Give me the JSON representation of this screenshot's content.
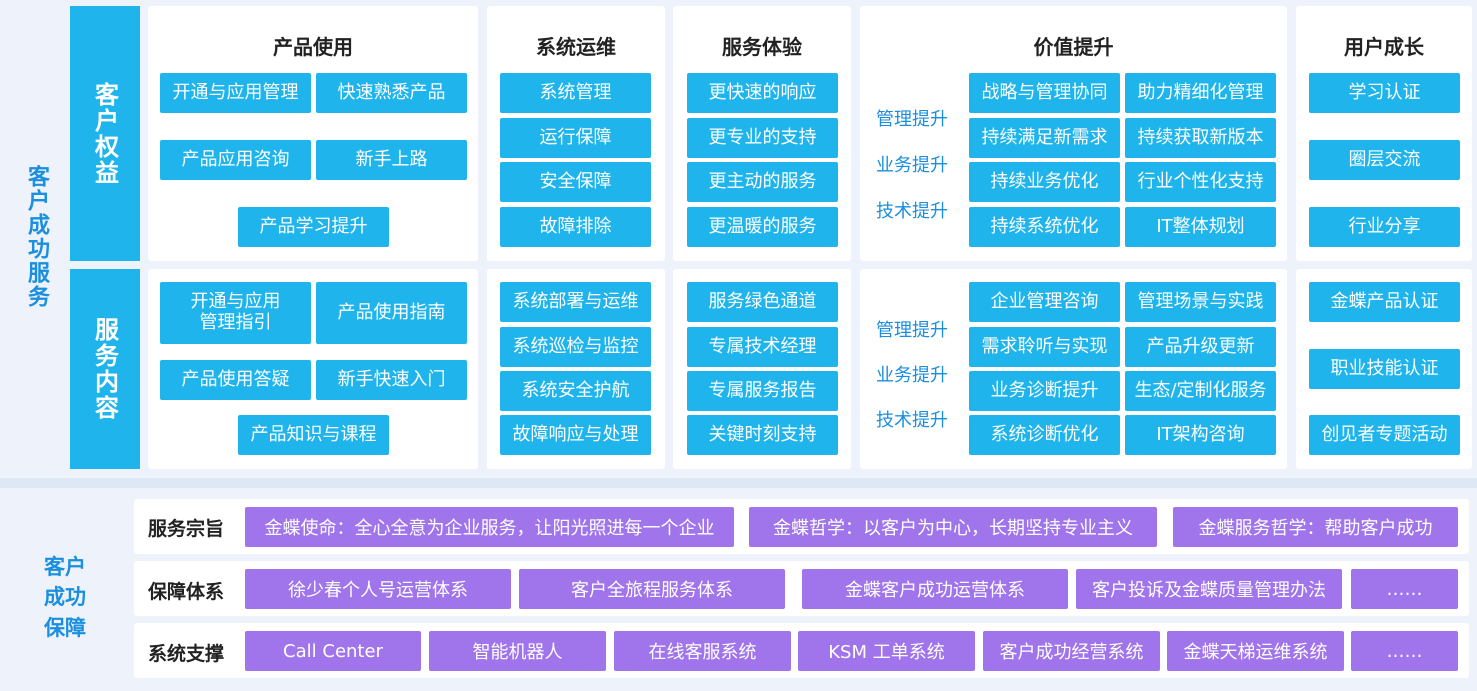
{
  "main_title": "客户成功服务",
  "row_labels": {
    "rights": "客户权益",
    "content": "服务内容"
  },
  "columns": {
    "product": "产品使用",
    "ops": "系统运维",
    "service": "服务体验",
    "value": "价值提升",
    "growth": "用户成长"
  },
  "rights": {
    "product": [
      "开通与应用管理",
      "快速熟悉产品",
      "产品应用咨询",
      "新手上路",
      "产品学习提升"
    ],
    "ops": [
      "系统管理",
      "运行保障",
      "安全保障",
      "故障排除"
    ],
    "service": [
      "更快速的响应",
      "更专业的支持",
      "更主动的服务",
      "更温暖的服务"
    ],
    "value_labels": [
      "管理提升",
      "业务提升",
      "技术提升"
    ],
    "value": [
      "战略与管理协同",
      "助力精细化管理",
      "持续满足新需求",
      "持续获取新版本",
      "持续业务优化",
      "行业个性化支持",
      "持续系统优化",
      "IT整体规划"
    ],
    "growth": [
      "学习认证",
      "圈层交流",
      "行业分享"
    ]
  },
  "content": {
    "product": [
      "开通与应用\n管理指引",
      "产品使用指南",
      "产品使用答疑",
      "新手快速入门",
      "产品知识与课程"
    ],
    "ops": [
      "系统部署与运维",
      "系统巡检与监控",
      "系统安全护航",
      "故障响应与处理"
    ],
    "service": [
      "服务绿色通道",
      "专属技术经理",
      "专属服务报告",
      "关键时刻支持"
    ],
    "value_labels": [
      "管理提升",
      "业务提升",
      "技术提升"
    ],
    "value": [
      "企业管理咨询",
      "管理场景与实践",
      "需求聆听与实现",
      "产品升级更新",
      "业务诊断提升",
      "生态/定制化服务",
      "系统诊断优化",
      "IT架构咨询"
    ],
    "growth": [
      "金蝶产品认证",
      "职业技能认证",
      "创见者专题活动"
    ]
  },
  "guarantee": {
    "title": "客户\n成功\n保障",
    "rows": [
      {
        "label": "服务宗旨",
        "items": [
          "金蝶使命：全心全意为企业服务，让阳光照进每一个企业",
          "金蝶哲学：以客户为中心，长期坚持专业主义",
          "金蝶服务哲学：帮助客户成功"
        ]
      },
      {
        "label": "保障体系",
        "items": [
          "徐少春个人号运营体系",
          "客户全旅程服务体系",
          "金蝶客户成功运营体系",
          "客户投诉及金蝶质量管理办法",
          "……"
        ]
      },
      {
        "label": "系统支撑",
        "items": [
          "Call Center",
          "智能机器人",
          "在线客服系统",
          "KSM 工单系统",
          "客户成功经营系统",
          "金蝶天梯运维系统",
          "……"
        ]
      }
    ]
  },
  "colors": {
    "cyan": "#1fb5ec",
    "purple": "#a074ea",
    "blue_label": "#1a8fe0"
  }
}
